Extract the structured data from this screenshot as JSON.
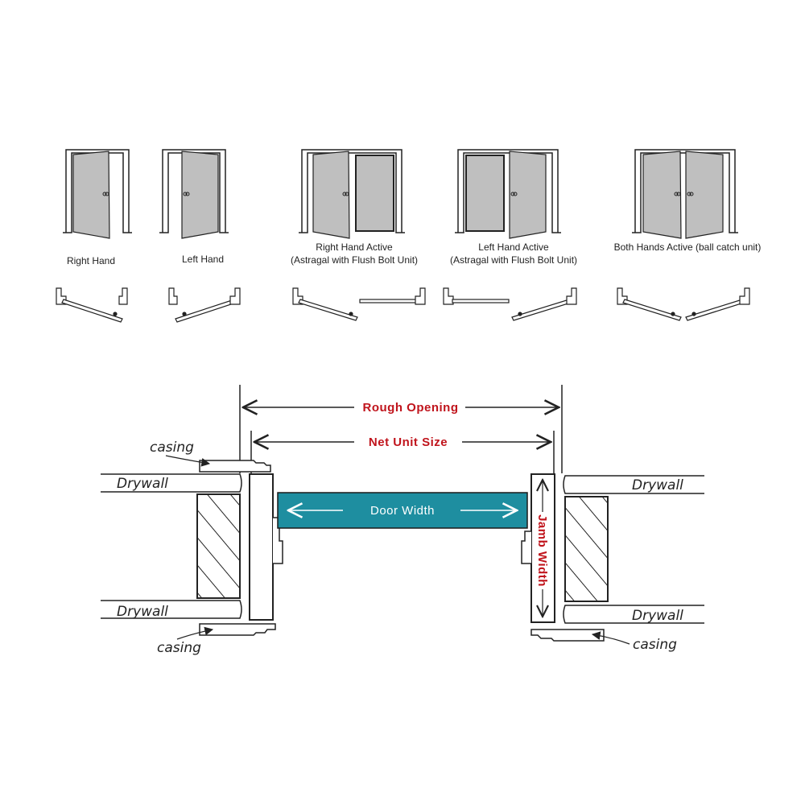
{
  "handing": {
    "right_hand": "Right Hand",
    "left_hand": "Left Hand",
    "rha_line1": "Right Hand Active",
    "rha_line2": "(Astragal with Flush Bolt Unit)",
    "lha_line1": "Left Hand Active",
    "lha_line2": "(Astragal with Flush Bolt Unit)",
    "both": "Both Hands Active (ball catch unit)"
  },
  "section": {
    "rough_opening": "Rough Opening",
    "net_unit_size": "Net Unit Size",
    "door_width": "Door Width",
    "jamb_width": "Jamb Width",
    "drywall": "Drywall",
    "casing": "casing"
  },
  "colors": {
    "door_fill": "#bfbfbf",
    "door_width_bar": "#1e8ea0",
    "dimension_text": "#c0141c"
  }
}
